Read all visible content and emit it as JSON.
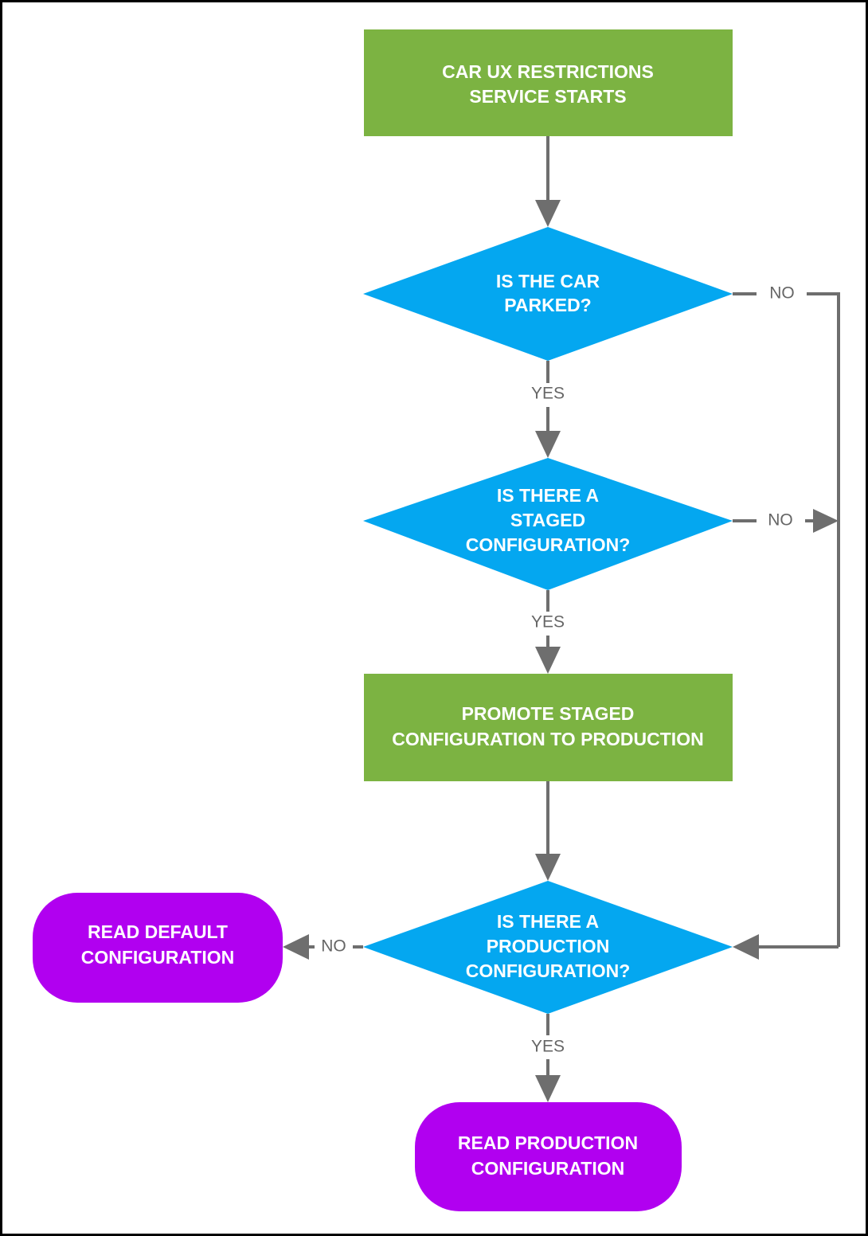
{
  "diagram": {
    "title": "Car UX Restrictions configuration resolution flowchart",
    "type": "flowchart",
    "colors": {
      "process_green": "#7CB342",
      "decision_blue": "#04A7F0",
      "terminal_purple": "#B100F0",
      "connector_gray": "#6E6E6E",
      "label_gray": "#666666",
      "node_text": "#FFFFFF",
      "background": "#FFFFFF",
      "frame": "#000000"
    },
    "nodes": [
      {
        "id": "start",
        "shape": "rectangle",
        "fill": "process_green",
        "lines": [
          "CAR UX RESTRICTIONS",
          "SERVICE STARTS"
        ]
      },
      {
        "id": "is-car-parked",
        "shape": "diamond",
        "fill": "decision_blue",
        "lines": [
          "IS THE CAR",
          "PARKED?"
        ]
      },
      {
        "id": "is-staged-config",
        "shape": "diamond",
        "fill": "decision_blue",
        "lines": [
          "IS THERE A",
          "STAGED",
          "CONFIGURATION?"
        ]
      },
      {
        "id": "promote-staged",
        "shape": "rectangle",
        "fill": "process_green",
        "lines": [
          "PROMOTE STAGED",
          "CONFIGURATION TO PRODUCTION"
        ]
      },
      {
        "id": "is-production-config",
        "shape": "diamond",
        "fill": "decision_blue",
        "lines": [
          "IS THERE A",
          "PRODUCTION",
          "CONFIGURATION?"
        ]
      },
      {
        "id": "read-default",
        "shape": "stadium",
        "fill": "terminal_purple",
        "lines": [
          "READ DEFAULT",
          "CONFIGURATION"
        ]
      },
      {
        "id": "read-production",
        "shape": "stadium",
        "fill": "terminal_purple",
        "lines": [
          "READ PRODUCTION",
          "CONFIGURATION"
        ]
      }
    ],
    "edges": [
      {
        "id": "start-to-parked",
        "from": "start",
        "to": "is-car-parked",
        "label": ""
      },
      {
        "id": "parked-yes",
        "from": "is-car-parked",
        "to": "is-staged-config",
        "label": "YES"
      },
      {
        "id": "parked-no",
        "from": "is-car-parked",
        "to": "is-production-config",
        "label": "NO"
      },
      {
        "id": "staged-yes",
        "from": "is-staged-config",
        "to": "promote-staged",
        "label": "YES"
      },
      {
        "id": "staged-no",
        "from": "is-staged-config",
        "to": "is-production-config",
        "label": "NO"
      },
      {
        "id": "promote-to-prod-check",
        "from": "promote-staged",
        "to": "is-production-config",
        "label": ""
      },
      {
        "id": "production-no",
        "from": "is-production-config",
        "to": "read-default",
        "label": "NO"
      },
      {
        "id": "production-yes",
        "from": "is-production-config",
        "to": "read-production",
        "label": "YES"
      }
    ]
  }
}
